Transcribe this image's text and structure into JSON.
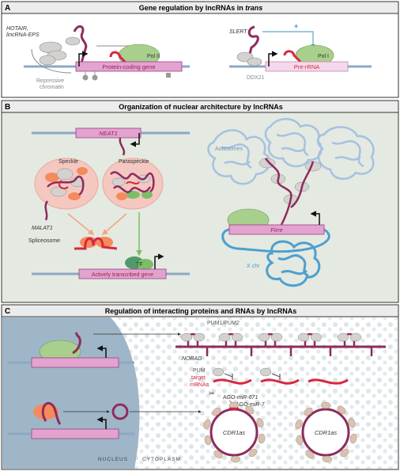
{
  "panels": {
    "a": {
      "letter": "A",
      "title": "Gene regulation by lncRNAs in ",
      "title_italic": "trans",
      "hotair_line1": "HOTAIR,",
      "hotair_line2": "lincRNA-EPS",
      "pol2": "Pol II",
      "protein_coding_gene": "Protein-coding gene",
      "repressive_line1": "Repressive",
      "repressive_line2": "chromatin",
      "slert": "SLERT",
      "plus": "+",
      "pol1": "Pol I",
      "pre_rrna": "Pre-rRNA",
      "ddx21": "DDX21"
    },
    "b": {
      "letter": "B",
      "title": "Organization of nuclear architecture by lncRNAs",
      "neat1": "NEAT1",
      "speckle": "Speckle",
      "paraspeckle": "Paraspeckle",
      "malat1": "MALAT1",
      "spliceosome": "Spliceosome",
      "tf": "TF",
      "actively_transcribed_gene": "Actively transcribed gene",
      "autosomes": "Autosomes",
      "firre": "Firre",
      "x_chr": "X chr"
    },
    "c": {
      "letter": "C",
      "title": "Regulation of interacting proteins and RNAs by lncRNAs",
      "pum1_pum2": "PUM1/PUM2",
      "norad": "NORAD",
      "pum_line1": "PUM",
      "pum_line2": "target",
      "pum_line3": "mRNAs",
      "ago_mir671_prefix": "AGO-",
      "ago_mir671_mir": "miR-671",
      "ago_mir7_prefix": "AGO-",
      "ago_mir7_mir": "miR-7",
      "cdr1as_1": "CDR1as",
      "cdr1as_2": "CDR1as",
      "nucleus": "NUCLEUS",
      "cytoplasm": "CYTOPLASM"
    }
  },
  "colors": {
    "lncrna": "#8e2c5e",
    "mrna_red": "#d8273f",
    "gene_box": "#e2a3cf",
    "gene_box_stroke": "#9d3f86",
    "polymerase": "#a9cf8c",
    "protein_grey": "#d4d2d0",
    "panel_bg_green": "#e4e9e1",
    "nucleus_blue": "#9fb6c8",
    "chromatin_blue": "#a4c2e1",
    "xchr_blue": "#4e9fcd",
    "speckle_pink": "#f4c8c0",
    "orange_protein": "#f58a5c",
    "green_arrow": "#7dbd68",
    "orange_arrow": "#f3a67a",
    "blue_arrow": "#3f8fc0"
  }
}
